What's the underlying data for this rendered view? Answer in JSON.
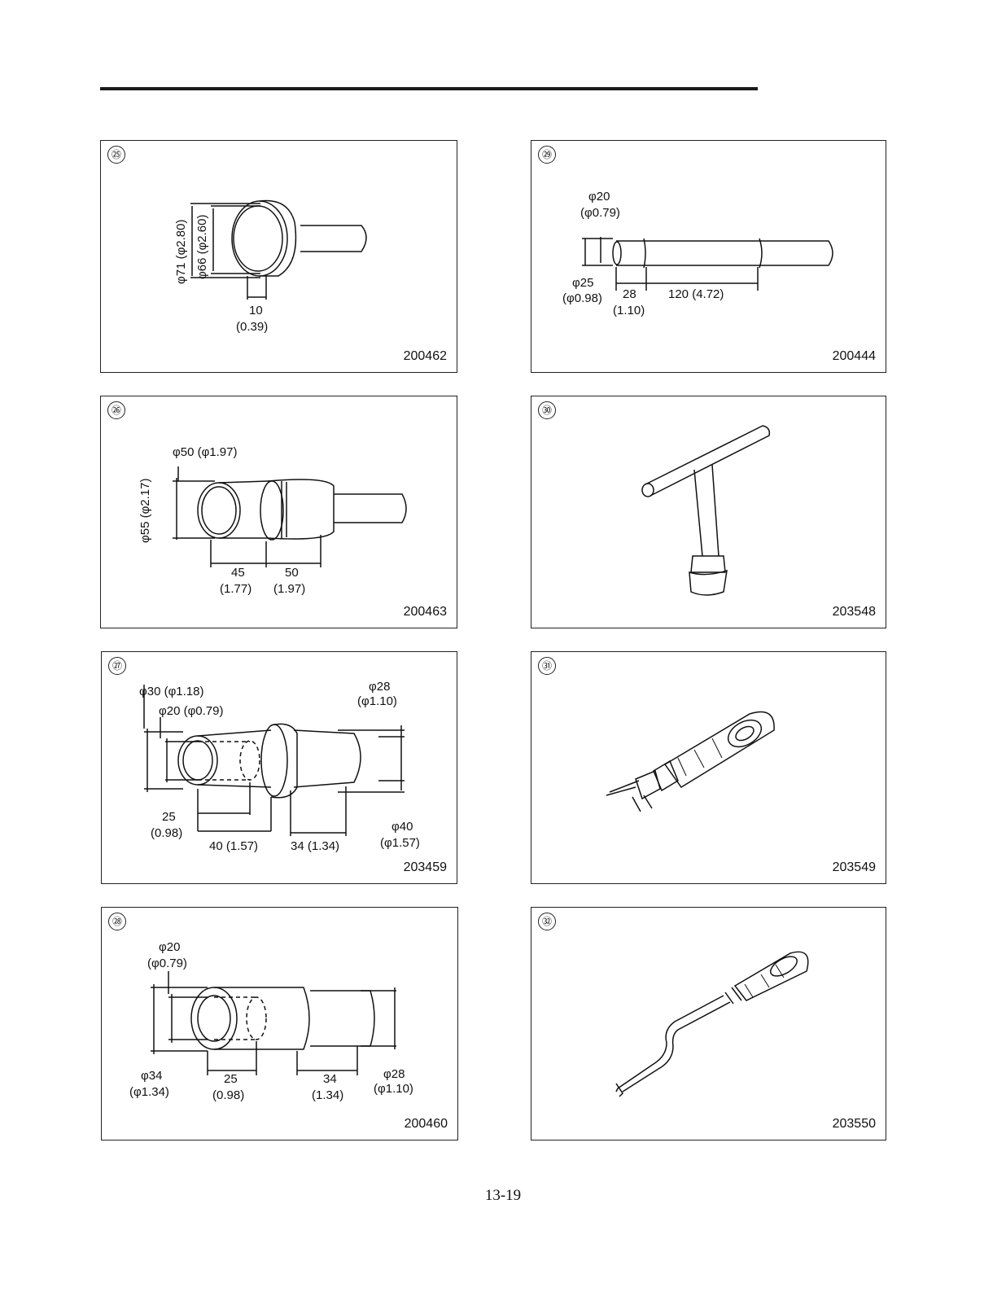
{
  "panels": {
    "p25": {
      "num": "㉕",
      "code": "200462",
      "d1": "φ71 (φ2.80)",
      "d2": "φ66 (φ2.60)",
      "len": "10",
      "len_in": "(0.39)"
    },
    "p26": {
      "num": "㉖",
      "code": "200463",
      "top": "φ50 (φ1.97)",
      "side": "φ55 (φ2.17)",
      "a": "45",
      "a_in": "(1.77)",
      "b": "50",
      "b_in": "(1.97)"
    },
    "p27": {
      "num": "㉗",
      "code": "203459",
      "d30": "φ30 (φ1.18)",
      "d20": "φ20 (φ0.79)",
      "d28": "φ28",
      "d28_in": "(φ1.10)",
      "l25": "25",
      "l25_in": "(0.98)",
      "l40": "40 (1.57)",
      "l34": "34 (1.34)",
      "d40": "φ40",
      "d40_in": "(φ1.57)"
    },
    "p28": {
      "num": "㉘",
      "code": "200460",
      "d20": "φ20",
      "d20_in": "(φ0.79)",
      "d34": "φ34",
      "d34_in": "(φ1.34)",
      "l25": "25",
      "l25_in": "(0.98)",
      "l34": "34",
      "l34_in": "(1.34)",
      "d28": "φ28",
      "d28_in": "(φ1.10)"
    },
    "p29": {
      "num": "㉙",
      "code": "200444",
      "d20": "φ20",
      "d20_in": "(φ0.79)",
      "d25": "φ25",
      "d25_in": "(φ0.98)",
      "l28": "28",
      "l28_in": "(1.10)",
      "l120": "120 (4.72)"
    },
    "p30": {
      "num": "㉚",
      "code": "203548"
    },
    "p31": {
      "num": "㉛",
      "code": "203549"
    },
    "p32": {
      "num": "㉜",
      "code": "203550"
    }
  },
  "page_number": "13-19"
}
